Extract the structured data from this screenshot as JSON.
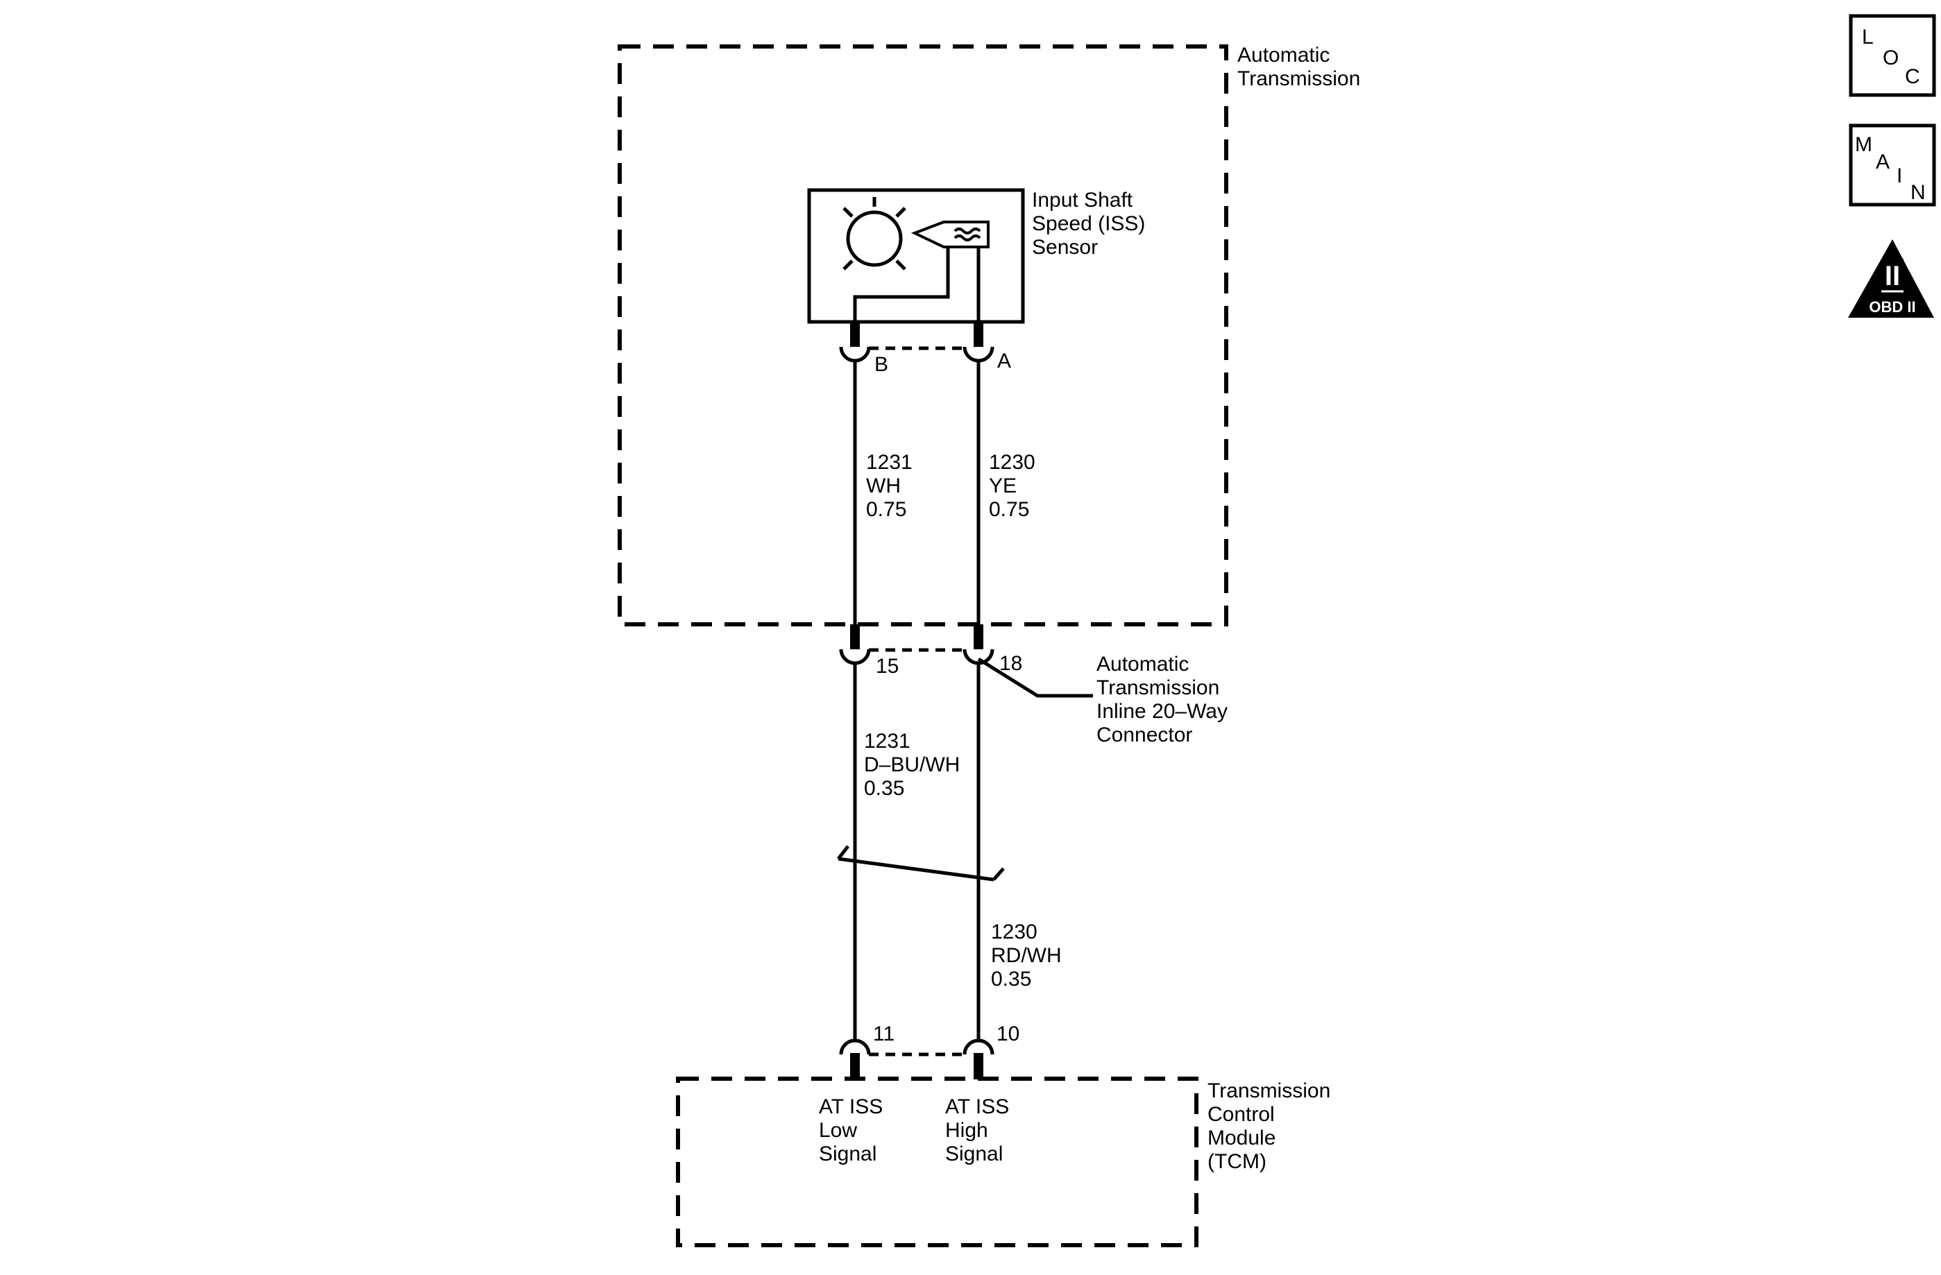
{
  "modules": {
    "transmission": {
      "lines": [
        "Automatic",
        "Transmission"
      ]
    },
    "iss_sensor": {
      "lines": [
        "Input Shaft",
        "Speed (ISS)",
        "Sensor"
      ]
    },
    "inline_connector": {
      "lines": [
        "Automatic",
        "Transmission",
        "Inline 20–Way",
        "Connector"
      ]
    },
    "tcm": {
      "lines": [
        "Transmission",
        "Control",
        "Module",
        "(TCM)"
      ]
    }
  },
  "pins": {
    "sensor_b": "B",
    "sensor_a": "A",
    "inline_left": "15",
    "inline_right": "18",
    "tcm_left": "11",
    "tcm_right": "10"
  },
  "wires": {
    "sensor_left": [
      "1231",
      "WH",
      "0.75"
    ],
    "sensor_right": [
      "1230",
      "YE",
      "0.75"
    ],
    "harness_left": [
      "1231",
      "D–BU/WH",
      "0.35"
    ],
    "harness_right": [
      "1230",
      "RD/WH",
      "0.35"
    ]
  },
  "tcm_signals": {
    "low": [
      "AT ISS",
      "Low",
      "Signal"
    ],
    "high": [
      "AT ISS",
      "High",
      "Signal"
    ]
  },
  "side_icons": {
    "loc": [
      "L",
      "O",
      "C"
    ],
    "main": [
      "M",
      "A",
      "I",
      "N"
    ],
    "obd": {
      "numeral": "II",
      "label": "OBD II"
    }
  }
}
